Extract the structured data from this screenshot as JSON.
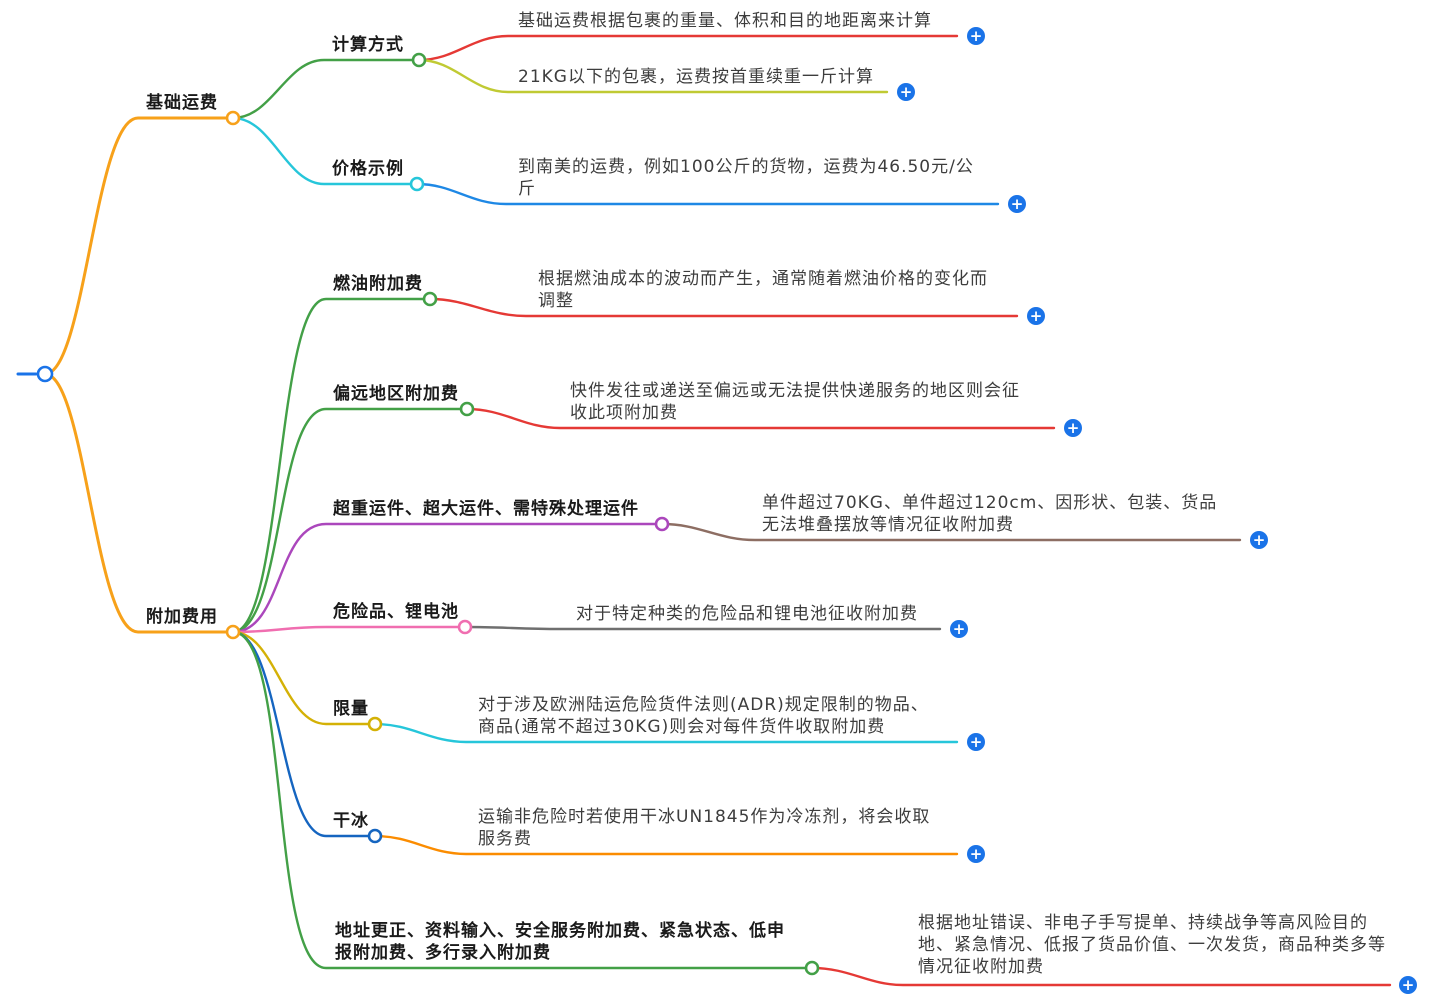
{
  "colors": {
    "orange": "#f7a11a",
    "green": "#43a047",
    "red": "#e53935",
    "olive": "#c0ca33",
    "cyan": "#26c6da",
    "blue": "#1e88e5",
    "purple": "#ab47bc",
    "brown": "#8d6e63",
    "pink": "#f06eb0",
    "gray": "#6f6f6f",
    "yellow": "#d4b106",
    "deepblue": "#1565c0",
    "leaf_orange": "#fb8c00",
    "plus_blue": "#1a73e8",
    "text_dark": "#1a1a1a",
    "text_body": "#3d3d3d"
  },
  "icons": {
    "plus": "+"
  },
  "map": {
    "basic": {
      "label": "基础运费",
      "calc": {
        "label": "计算方式",
        "leaf1": "基础运费根据包裹的重量、体积和目的地距离来计算",
        "leaf2": "21KG以下的包裹，运费按首重续重一斤计算"
      },
      "price": {
        "label": "价格示例",
        "leaf1": "到南美的运费，例如100公斤的货物，运费为46.50元/公斤"
      }
    },
    "surcharge": {
      "label": "附加费用",
      "fuel": {
        "label": "燃油附加费",
        "leaf1": "根据燃油成本的波动而产生，通常随着燃油价格的变化而调整"
      },
      "remote": {
        "label": "偏远地区附加费",
        "leaf1": "快件发往或递送至偏远或无法提供快递服务的地区则会征收此项附加费"
      },
      "oversize": {
        "label": "超重运件、超大运件、需特殊处理运件",
        "leaf1": "单件超过70KG、单件超过120cm、因形状、包装、货品无法堆叠摆放等情况征收附加费"
      },
      "danger": {
        "label": "危险品、锂电池",
        "leaf1": "对于特定种类的危险品和锂电池征收附加费"
      },
      "limit": {
        "label": "限量",
        "leaf1": "对于涉及欧洲陆运危险货件法则(ADR)规定限制的物品、商品(通常不超过30KG)则会对每件货件收取附加费"
      },
      "dryice": {
        "label": "干冰",
        "leaf1": "运输非危险时若使用干冰UN1845作为冷冻剂，将会收取服务费"
      },
      "misc": {
        "label": "地址更正、资料输入、安全服务附加费、紧急状态、低申报附加费、多行录入附加费",
        "leaf1": "根据地址错误、非电子手写提单、持续战争等高风险目的地、紧急情况、低报了货品价值、一次发货，商品种类多等情况征收附加费"
      }
    }
  }
}
